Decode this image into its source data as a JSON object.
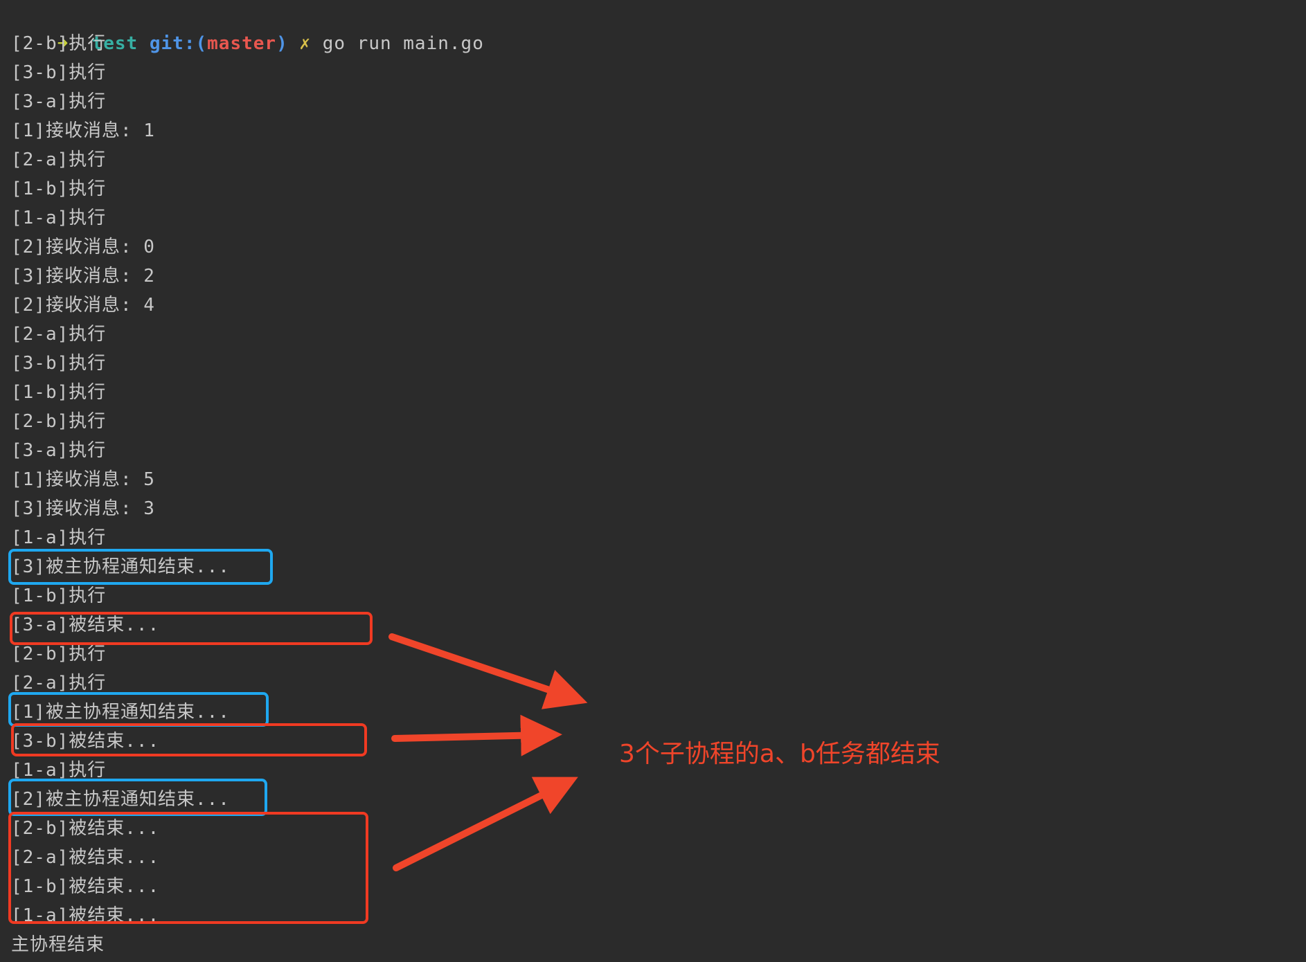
{
  "prompt": {
    "arrow": "➜",
    "dir": "test",
    "git_label": "git:(",
    "branch": "master",
    "git_close": ")",
    "dirty_mark": "✗",
    "command": "go run main.go"
  },
  "output_lines": [
    "[2-b]执行",
    "[3-b]执行",
    "[3-a]执行",
    "[1]接收消息: 1",
    "[2-a]执行",
    "[1-b]执行",
    "[1-a]执行",
    "[2]接收消息: 0",
    "[3]接收消息: 2",
    "[2]接收消息: 4",
    "[2-a]执行",
    "[3-b]执行",
    "[1-b]执行",
    "[2-b]执行",
    "[3-a]执行",
    "[1]接收消息: 5",
    "[3]接收消息: 3",
    "[1-a]执行",
    "[3]被主协程通知结束...",
    "[1-b]执行",
    "[3-a]被结束...",
    "[2-b]执行",
    "[2-a]执行",
    "[1]被主协程通知结束...",
    "[3-b]被结束...",
    "[1-a]执行",
    "[2]被主协程通知结束...",
    "[2-b]被结束...",
    "[2-a]被结束...",
    "[1-b]被结束...",
    "[1-a]被结束...",
    "主协程结束"
  ],
  "annotation": {
    "text": "3个子协程的a、b任务都结束",
    "color": "#f0452a",
    "box_colors": {
      "main_notify": "#1fa8f0",
      "task_end": "#f03a22"
    }
  }
}
